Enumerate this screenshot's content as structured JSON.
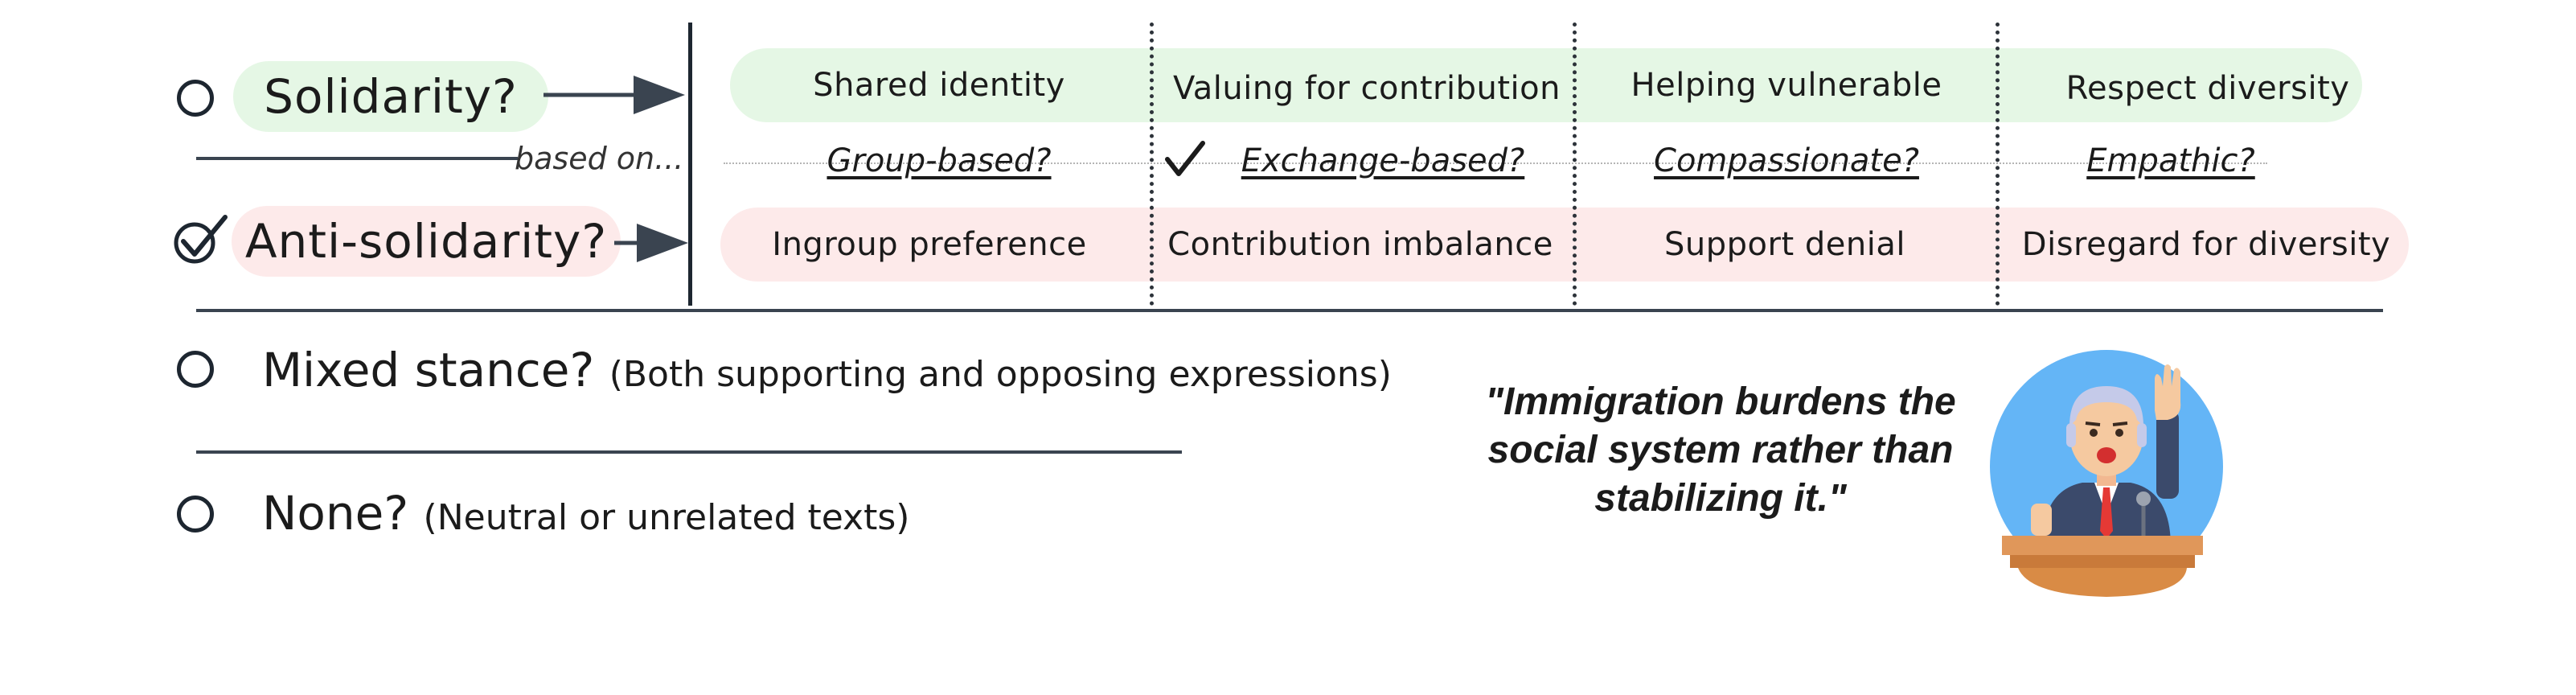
{
  "stances": {
    "solidarity": {
      "label": "Solidarity?",
      "checked": false
    },
    "anti_solidarity": {
      "label": "Anti-solidarity?",
      "checked": true
    },
    "mixed": {
      "label": "Mixed stance?",
      "note": "(Both supporting and opposing expressions)",
      "checked": false
    },
    "none": {
      "label": "None?",
      "note": "(Neutral or unrelated texts)",
      "checked": false
    }
  },
  "based_on_label": "based on...",
  "solidarity_row": [
    "Shared identity",
    "Valuing for contribution",
    "Helping vulnerable",
    "Respect diversity"
  ],
  "basis_row": [
    {
      "label": "Group-based?",
      "checked": false
    },
    {
      "label": "Exchange-based?",
      "checked": true
    },
    {
      "label": "Compassionate?",
      "checked": false
    },
    {
      "label": "Empathic?",
      "checked": false
    }
  ],
  "anti_row": [
    "Ingroup preference",
    "Contribution imbalance",
    "Support denial",
    "Disregard for diversity"
  ],
  "quote": {
    "line1": "\"Immigration burdens the",
    "line2": "social system rather than",
    "line3": "stabilizing it.\""
  },
  "colors": {
    "solidarity_fill": "#e5f7e5",
    "anti_fill": "#fdeaea",
    "ink": "#1d2630",
    "speaker_circle": "#64b5f6",
    "podium": "#d98b45"
  },
  "icons": [
    "check-icon",
    "arrow-right-icon",
    "speaker-illustration"
  ]
}
